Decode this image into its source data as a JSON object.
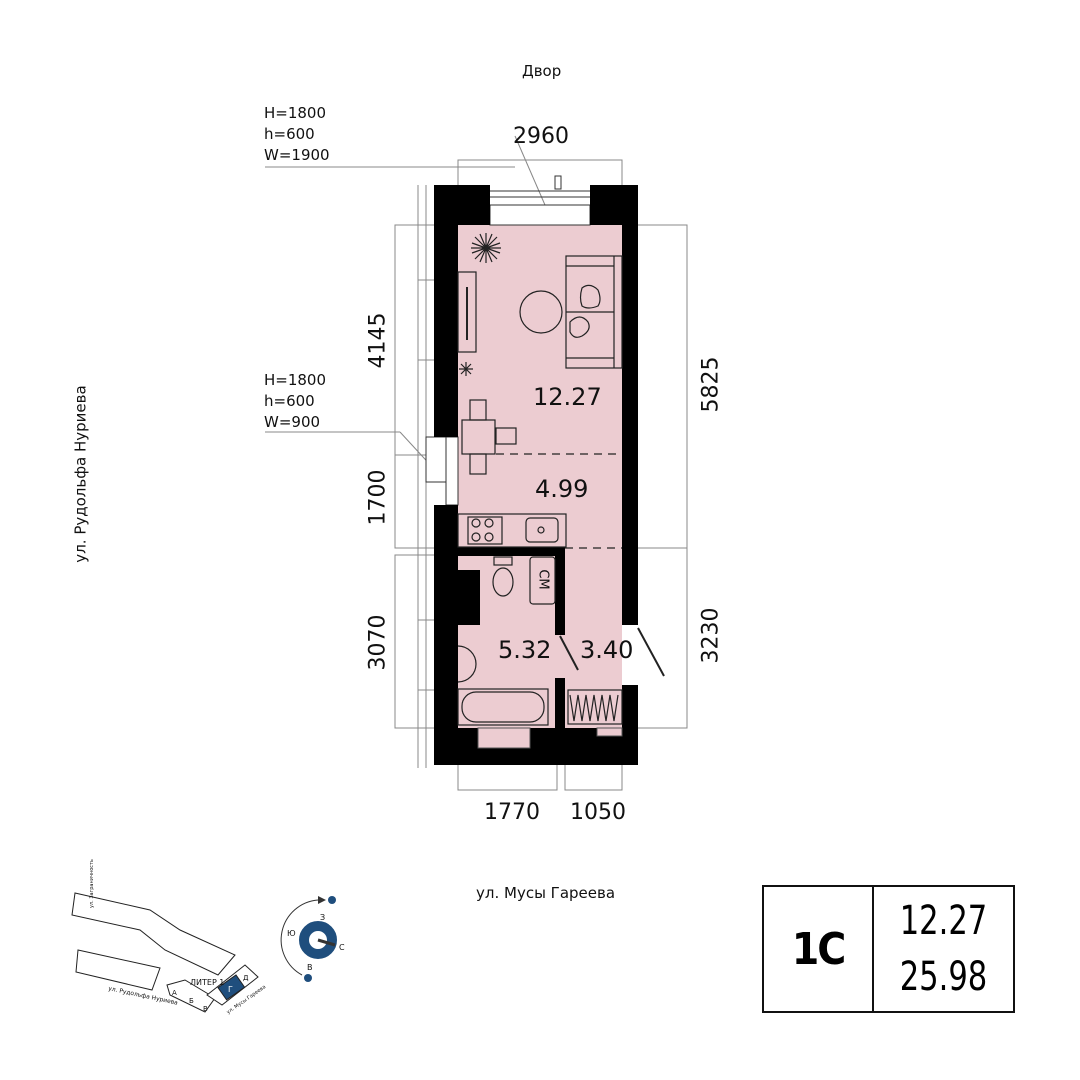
{
  "labels": {
    "courtyard": "Двор",
    "street_left": "ул. Рудольфа Нуриева",
    "street_bottom": "ул. Мусы Гареева"
  },
  "windows": [
    {
      "H": "H=1800",
      "h": "h=600",
      "W": "W=1900"
    },
    {
      "H": "H=1800",
      "h": "h=600",
      "W": "W=900"
    }
  ],
  "dimensions": {
    "top": "2960",
    "left": [
      "4145",
      "1700",
      "3070"
    ],
    "right": [
      "5825",
      "3230"
    ],
    "bottom": [
      "1770",
      "1050"
    ]
  },
  "rooms": {
    "living": "12.27",
    "kitchen": "4.99",
    "bathroom": "5.32",
    "hall": "3.40",
    "washer": "СМ"
  },
  "site_plan": {
    "street_1": "ул. Заграничность",
    "street_2": "ул. Рудольфа Нуриева",
    "street_3": "ул. Мусы Гареева",
    "building": "ЛИТЕР 1",
    "sections": [
      "А",
      "Б",
      "В",
      "Г",
      "Д"
    ],
    "active_section": "Г",
    "compass": {
      "N": "С",
      "S": "Ю",
      "E": "В",
      "W": "З"
    }
  },
  "summary": {
    "type": "1С",
    "living_area": "12.27",
    "total_area": "25.98"
  },
  "colors": {
    "room_fill": "#ecccd1",
    "wall": "#000000",
    "accent": "#1f4e7d"
  }
}
